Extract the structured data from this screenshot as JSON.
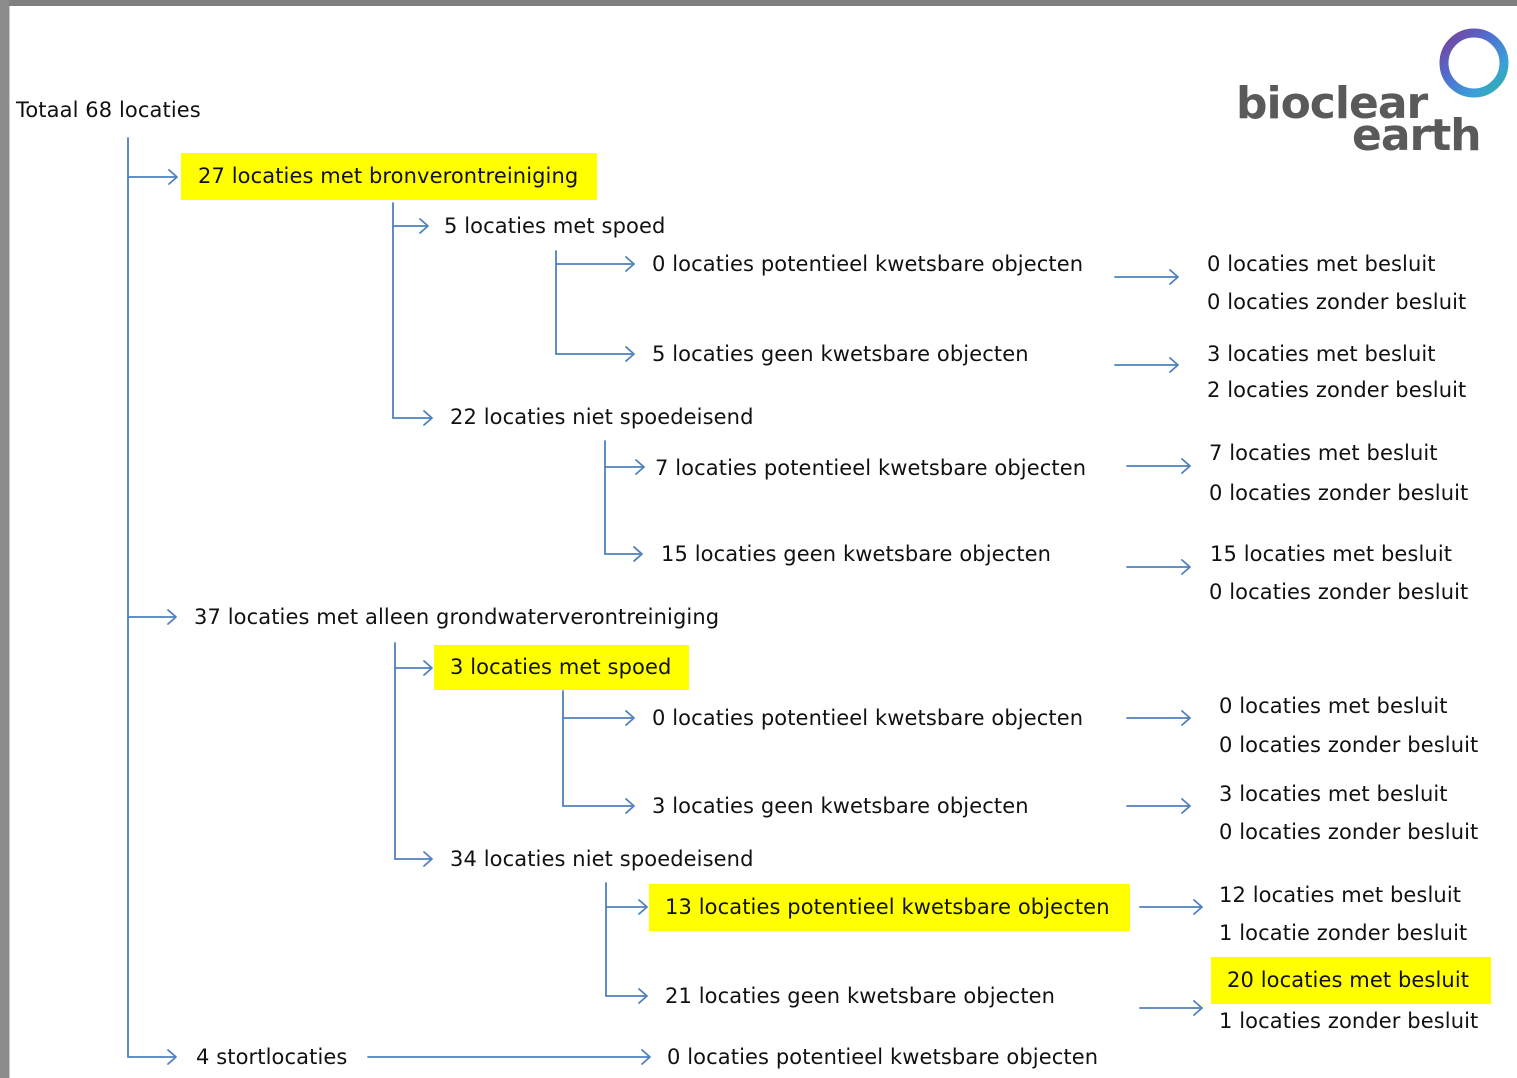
{
  "root": {
    "label": "Totaal 68 locaties"
  },
  "logo": {
    "line1": "bioclear",
    "line2": "earth",
    "ring_colors": [
      "#7a3f99",
      "#3aa0d8",
      "#2bb3a0",
      "#4f6fd0"
    ]
  },
  "colors": {
    "connector": "#4f81bd",
    "highlight": "#ffff00",
    "text": "#111111"
  },
  "groups": {
    "bron": {
      "label": "27 locaties met bronverontreiniging",
      "spoed": {
        "label": "5 locaties met spoed",
        "potentieel": {
          "label": "0 locaties potentieel kwetsbare objecten",
          "met": "0 locaties met besluit",
          "zonder": "0 locaties zonder besluit"
        },
        "geen": {
          "label": "5 locaties geen kwetsbare objecten",
          "met": "3 locaties met besluit",
          "zonder": "2 locaties zonder besluit"
        }
      },
      "niet_spoed": {
        "label": "22 locaties niet spoedeisend",
        "potentieel": {
          "label": "7 locaties potentieel kwetsbare objecten",
          "met": "7 locaties met besluit",
          "zonder": "0 locaties zonder besluit"
        },
        "geen": {
          "label": "15 locaties geen kwetsbare objecten",
          "met": "15 locaties met besluit",
          "zonder": "0 locaties zonder besluit"
        }
      }
    },
    "grondwater": {
      "label": "37 locaties met alleen grondwaterverontreiniging",
      "spoed": {
        "label": "3 locaties met spoed",
        "potentieel": {
          "label": "0 locaties potentieel kwetsbare objecten",
          "met": "0 locaties met besluit",
          "zonder": "0 locaties zonder besluit"
        },
        "geen": {
          "label": "3 locaties geen kwetsbare objecten",
          "met": "3 locaties met besluit",
          "zonder": "0 locaties zonder besluit"
        }
      },
      "niet_spoed": {
        "label": "34 locaties niet spoedeisend",
        "potentieel": {
          "label": "13 locaties potentieel kwetsbare objecten",
          "met": "12 locaties met besluit",
          "zonder": "1 locatie zonder besluit"
        },
        "geen": {
          "label": "21 locaties geen kwetsbare objecten",
          "met": "20 locaties met besluit",
          "zonder": "1 locaties zonder besluit"
        }
      }
    },
    "stort": {
      "label": "4 stortlocaties",
      "potentieel": {
        "label": "0 locaties potentieel kwetsbare objecten"
      }
    }
  }
}
